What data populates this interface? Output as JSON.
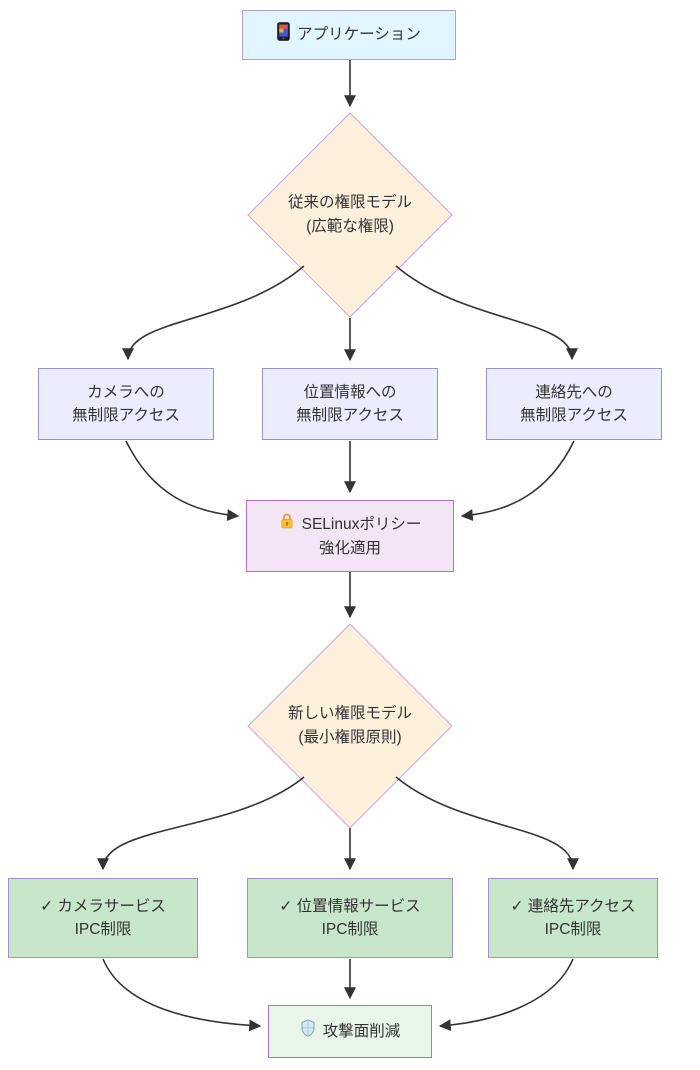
{
  "diagram": {
    "type": "flowchart",
    "direction": "top-down",
    "language": "ja"
  },
  "nodes": {
    "app": {
      "label": "アプリケーション",
      "icon": "mobile-phone-icon",
      "shape": "rectangle",
      "fill": "#e1f5fe"
    },
    "legacy_model": {
      "line1": "従来の権限モデル",
      "line2": "(広範な権限)",
      "shape": "diamond",
      "fill": "#fcf0dc"
    },
    "camera_access": {
      "line1": "カメラへの",
      "line2": "無制限アクセス",
      "shape": "rectangle",
      "fill": "#ececff"
    },
    "location_access": {
      "line1": "位置情報への",
      "line2": "無制限アクセス",
      "shape": "rectangle",
      "fill": "#ececff"
    },
    "contacts_access": {
      "line1": "連絡先への",
      "line2": "無制限アクセス",
      "shape": "rectangle",
      "fill": "#ececff"
    },
    "selinux_policy": {
      "line1": "SELinuxポリシー",
      "line2": "強化適用",
      "icon": "lock-icon",
      "shape": "rectangle",
      "fill": "#f3e5f5"
    },
    "new_model": {
      "line1": "新しい権限モデル",
      "line2": "(最小権限原則)",
      "shape": "diamond",
      "fill": "#fcf0dc"
    },
    "camera_ipc": {
      "line1": "✓ カメラサービス",
      "line2": "IPC制限",
      "shape": "rectangle",
      "fill": "#c8e6c9"
    },
    "location_ipc": {
      "line1": "✓ 位置情報サービス",
      "line2": "IPC制限",
      "shape": "rectangle",
      "fill": "#c8e6c9"
    },
    "contacts_ipc": {
      "line1": "✓ 連絡先アクセス",
      "line2": "IPC制限",
      "shape": "rectangle",
      "fill": "#c8e6c9"
    },
    "attack_surface": {
      "label": "攻撃面削減",
      "icon": "shield-icon",
      "shape": "rectangle",
      "fill": "#e8f5e9"
    }
  },
  "edges": [
    {
      "from": "app",
      "to": "legacy_model"
    },
    {
      "from": "legacy_model",
      "to": "camera_access"
    },
    {
      "from": "legacy_model",
      "to": "location_access"
    },
    {
      "from": "legacy_model",
      "to": "contacts_access"
    },
    {
      "from": "camera_access",
      "to": "selinux_policy"
    },
    {
      "from": "location_access",
      "to": "selinux_policy"
    },
    {
      "from": "contacts_access",
      "to": "selinux_policy"
    },
    {
      "from": "selinux_policy",
      "to": "new_model"
    },
    {
      "from": "new_model",
      "to": "camera_ipc"
    },
    {
      "from": "new_model",
      "to": "location_ipc"
    },
    {
      "from": "new_model",
      "to": "contacts_ipc"
    },
    {
      "from": "camera_ipc",
      "to": "attack_surface"
    },
    {
      "from": "location_ipc",
      "to": "attack_surface"
    },
    {
      "from": "contacts_ipc",
      "to": "attack_surface"
    }
  ],
  "colors": {
    "edge": "#333333",
    "text": "#333333",
    "app_fill": "#e1f5fe",
    "diamond_fill": "#fcf0dc",
    "diamond_stroke": "#c2a7e0",
    "perm_fill": "#ececff",
    "selinux_fill": "#f3e5f5",
    "green_fill": "#c8e6c9",
    "final_fill": "#e8f5e9",
    "purple_stroke": "#9a8fc9",
    "lock_gold": "#fcbf2d",
    "shield_blue": "#d6e9f5"
  }
}
